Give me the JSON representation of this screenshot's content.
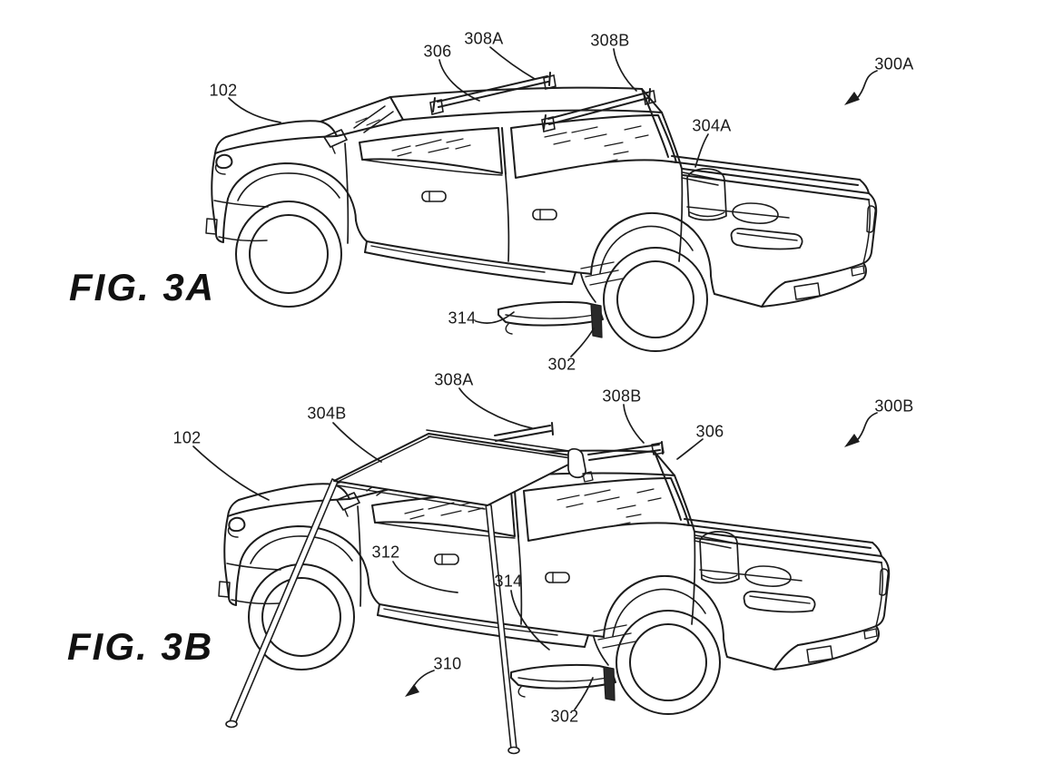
{
  "document_type": "patent-figure-sheet",
  "colors": {
    "ink": "#1c1c1c",
    "paper": "#ffffff"
  },
  "figures": [
    {
      "name": "FIG. 3A",
      "assembly_ref": "300A",
      "labels": [
        {
          "ref": "102"
        },
        {
          "ref": "306"
        },
        {
          "ref": "308A"
        },
        {
          "ref": "308B"
        },
        {
          "ref": "300A"
        },
        {
          "ref": "304A"
        },
        {
          "ref": "314"
        },
        {
          "ref": "302"
        }
      ]
    },
    {
      "name": "FIG. 3B",
      "assembly_ref": "300B",
      "labels": [
        {
          "ref": "102"
        },
        {
          "ref": "304B"
        },
        {
          "ref": "308A"
        },
        {
          "ref": "308B"
        },
        {
          "ref": "306"
        },
        {
          "ref": "300B"
        },
        {
          "ref": "312"
        },
        {
          "ref": "314"
        },
        {
          "ref": "310"
        },
        {
          "ref": "302"
        }
      ]
    }
  ]
}
